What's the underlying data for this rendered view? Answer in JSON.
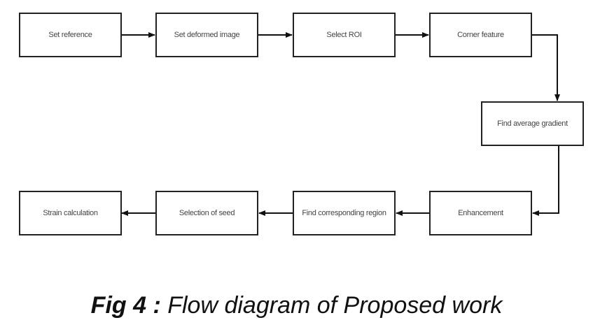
{
  "diagram": {
    "nodes": [
      {
        "id": "set-reference",
        "label": "Set reference"
      },
      {
        "id": "set-deformed-image",
        "label": "Set deformed image"
      },
      {
        "id": "select-roi",
        "label": "Select ROI"
      },
      {
        "id": "corner-feature",
        "label": "Corner feature"
      },
      {
        "id": "find-average-gradient",
        "label": "Find average gradient"
      },
      {
        "id": "enhancement",
        "label": "Enhancement"
      },
      {
        "id": "find-corresponding-region",
        "label": "Find corresponding region"
      },
      {
        "id": "selection-of-seed",
        "label": "Selection of seed"
      },
      {
        "id": "strain-calculation",
        "label": "Strain calculation"
      }
    ],
    "edges": [
      {
        "from": "set-reference",
        "to": "set-deformed-image"
      },
      {
        "from": "set-deformed-image",
        "to": "select-roi"
      },
      {
        "from": "select-roi",
        "to": "corner-feature"
      },
      {
        "from": "corner-feature",
        "to": "find-average-gradient"
      },
      {
        "from": "find-average-gradient",
        "to": "enhancement"
      },
      {
        "from": "enhancement",
        "to": "find-corresponding-region"
      },
      {
        "from": "find-corresponding-region",
        "to": "selection-of-seed"
      },
      {
        "from": "selection-of-seed",
        "to": "strain-calculation"
      }
    ]
  },
  "caption": {
    "prefix": "Fig 4 :",
    "text": " Flow diagram of Proposed work"
  }
}
